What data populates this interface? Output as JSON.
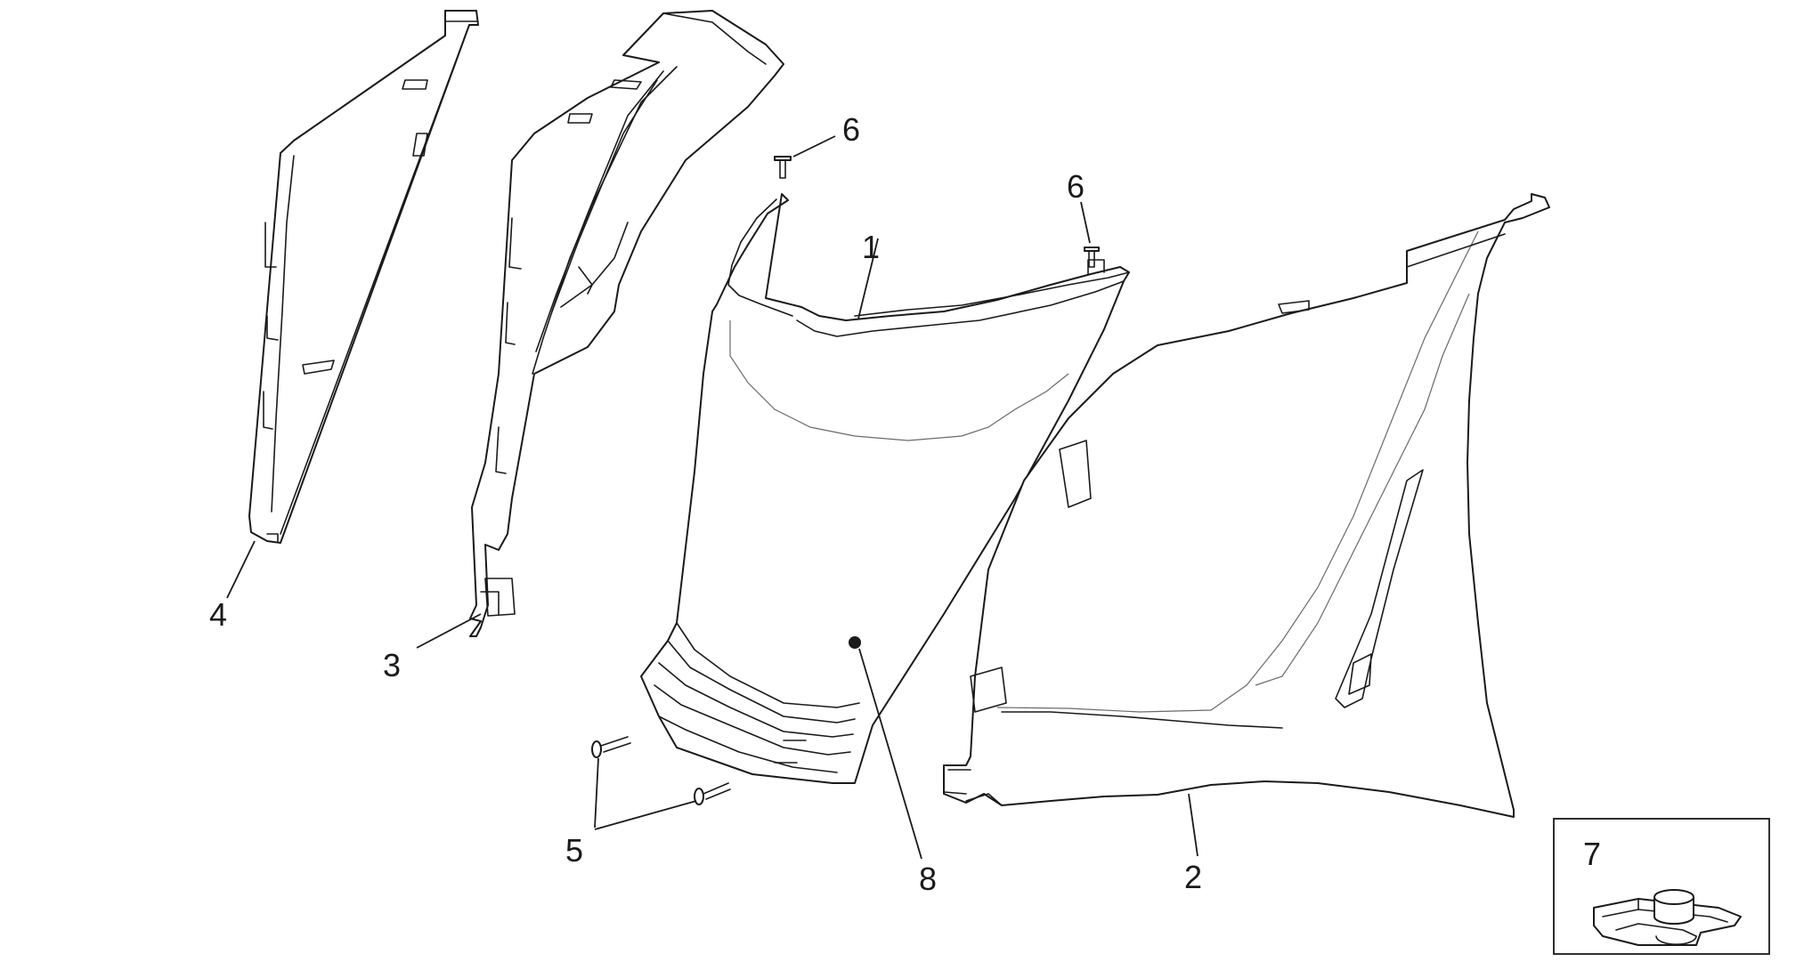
{
  "diagram": {
    "callouts": {
      "part_1": "1",
      "part_2": "2",
      "part_3": "3",
      "part_4": "4",
      "part_5": "5",
      "part_6_a": "6",
      "part_6_b": "6",
      "part_7": "7",
      "part_8": "8"
    },
    "colors": {
      "line": "#1a1a1a",
      "background": "#ffffff"
    }
  }
}
